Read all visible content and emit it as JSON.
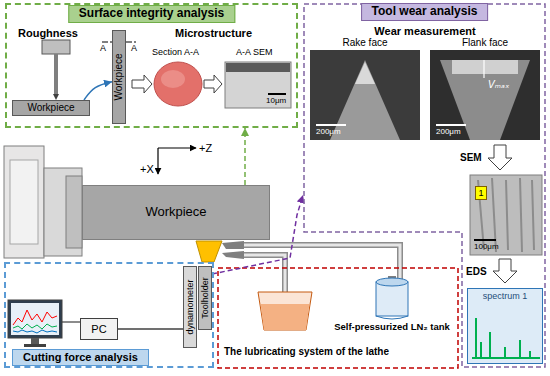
{
  "diagram": {
    "nodes": [
      {
        "text": [
          "Surface integrity analysis"
        ]
      },
      {
        "text": [
          "Workpiece"
        ],
        "in": 0
      },
      {
        "text": [
          "Workpiece"
        ],
        "in": 0
      },
      {
        "text": [
          "Tool wear analysis"
        ]
      },
      {
        "text": [
          "1"
        ],
        "in": 3
      },
      {
        "text": [
          "spectrum 1"
        ],
        "in": 3
      },
      {
        "text": [
          "Workpiece"
        ]
      },
      {
        "text": [
          "Cutting force analysis"
        ]
      },
      {
        "text": [
          "PC"
        ],
        "in": 7
      },
      {
        "text": [
          "dynamometer"
        ],
        "in": 7
      },
      {
        "text": [
          "Toolholder"
        ],
        "in": 7
      },
      {
        "text": [
          "The lubricating system of the lathe"
        ]
      },
      {
        "text": [
          "Self-pressurized LN₂ tank"
        ]
      }
    ],
    "edges": [
      {
        "from": 1,
        "to": 2,
        "arrow": "to"
      },
      {
        "from": 6,
        "to": 0,
        "arrow": "to"
      },
      {
        "from": 10,
        "to": 3,
        "arrow": "to"
      },
      {
        "from": 8,
        "to": 9,
        "arrow": "none"
      }
    ],
    "labels": [
      "Roughness",
      "A",
      "A",
      "Microstructure",
      "Section A-A",
      "A-A SEM",
      "10μm",
      "+Z",
      "+X",
      "Wear measurement",
      "Rake face",
      "Flank face",
      "200μm",
      "200μm",
      "Vₘₐₓ",
      "SEM",
      "100μm",
      "EDS"
    ]
  }
}
